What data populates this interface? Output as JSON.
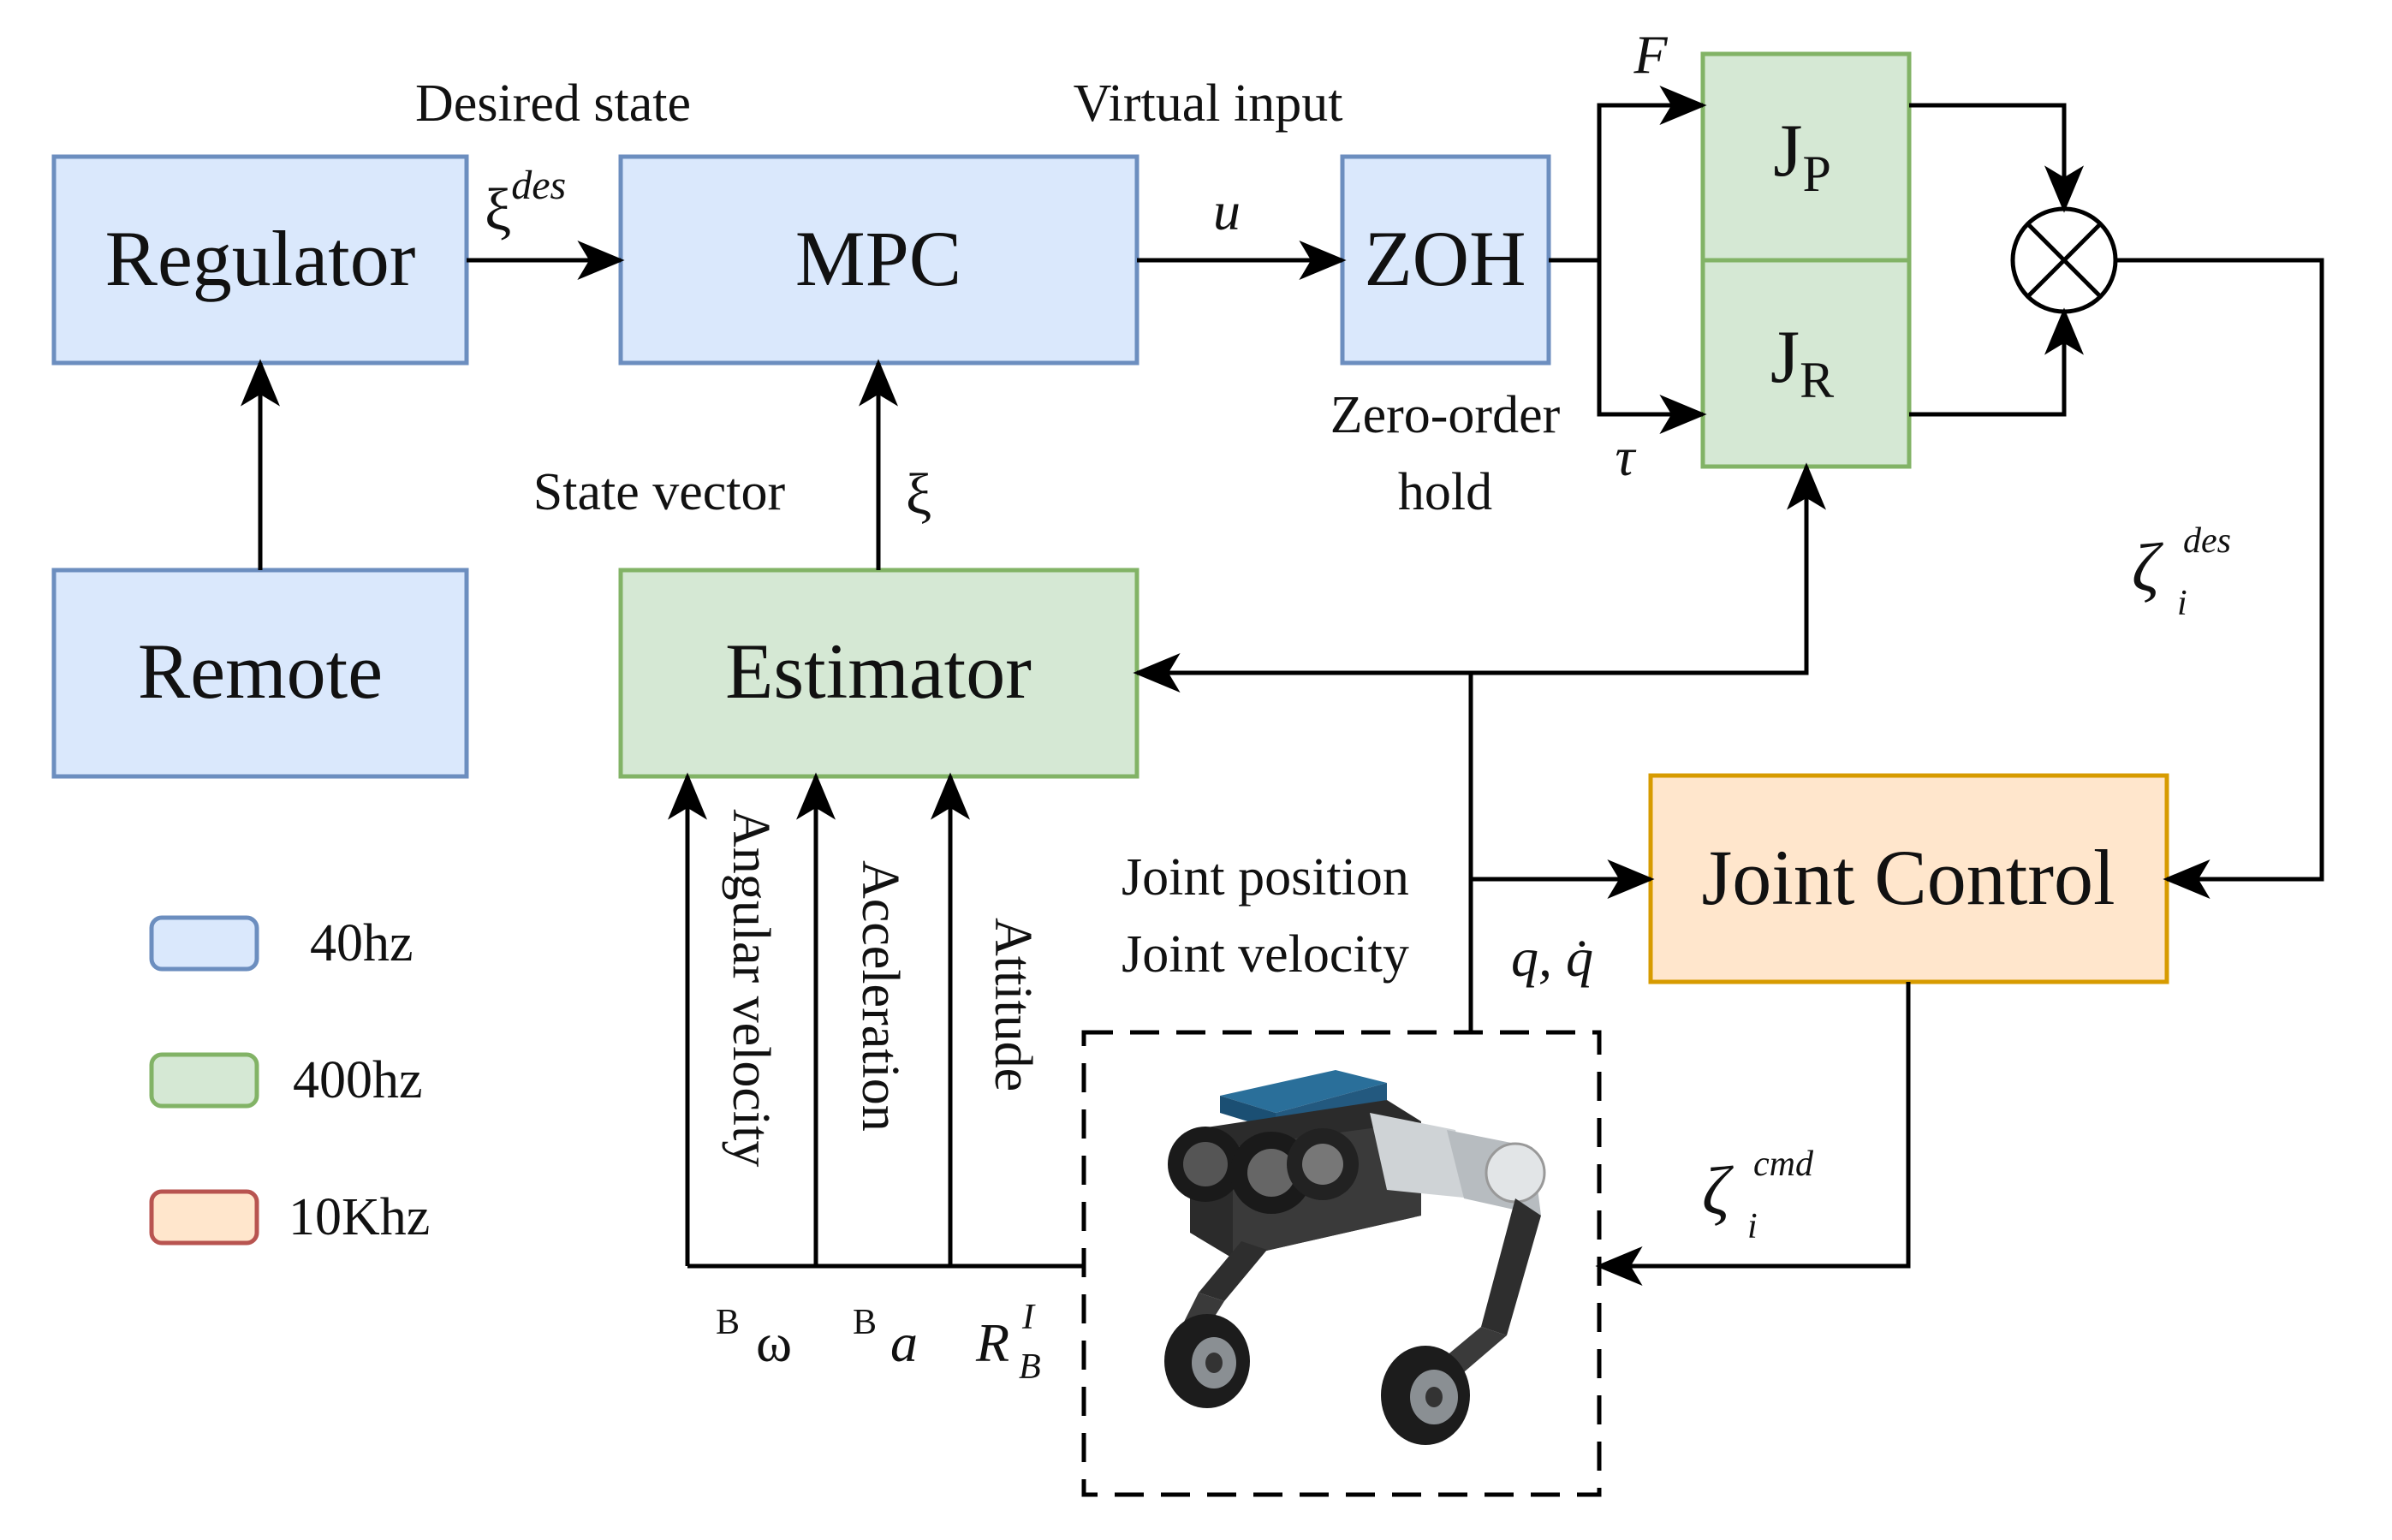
{
  "blocks": {
    "regulator": "Regulator",
    "mpc": "MPC",
    "zoh": "ZOH",
    "remote": "Remote",
    "estimator": "Estimator",
    "joint_control": "Joint Control",
    "jp_base": "J",
    "jp_sub": "P",
    "jr_base": "J",
    "jr_sub": "R"
  },
  "labels": {
    "desired_state": "Desired state",
    "virtual_input": "Virtual input",
    "state_vector": "State vector",
    "zoh_line1": "Zero-order",
    "zoh_line2": "hold",
    "joint_position": "Joint position",
    "joint_velocity": "Joint velocity",
    "angular_velocity": "Angular velocity",
    "acceleration": "Acceleration",
    "attitude": "Attitude"
  },
  "symbols": {
    "xi_des_base": "ξ",
    "xi_des_sup": "des",
    "u": "u",
    "xi": "ξ",
    "F": "F",
    "tau": "τ",
    "zeta_des_base": "ζ",
    "zeta_des_sub": "i",
    "zeta_des_sup": "des",
    "zeta_cmd_base": "ζ",
    "zeta_cmd_sub": "i",
    "zeta_cmd_sup": "cmd",
    "q_qdot": "q, q̇",
    "omega_pre": "B",
    "omega": "ω",
    "accel_pre": "B",
    "accel": "a",
    "rot_base": "R",
    "rot_sub": "B",
    "rot_sup": "I"
  },
  "legend": [
    {
      "label": "40hz",
      "fill": "#dae8fc",
      "stroke": "#6c8ebf"
    },
    {
      "label": "400hz",
      "fill": "#d5e8d4",
      "stroke": "#82b366"
    },
    {
      "label": "10Khz",
      "fill": "#ffe6cc",
      "stroke": "#b85450"
    }
  ],
  "colors": {
    "blue_fill": "#dae8fc",
    "blue_stroke": "#6c8ebf",
    "green_fill": "#d5e8d4",
    "green_stroke": "#82b366",
    "orange_fill": "#ffe6cc",
    "orange_stroke": "#d79b00"
  }
}
